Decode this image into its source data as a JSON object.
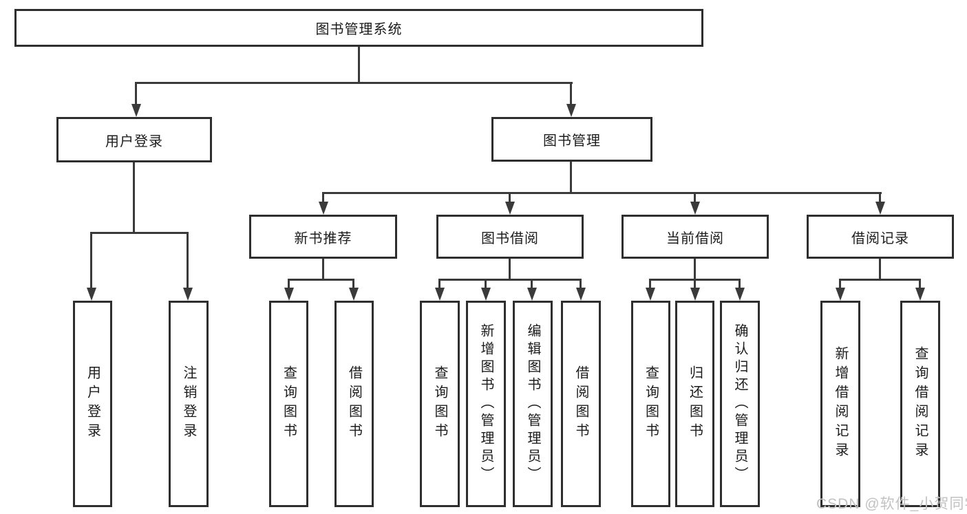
{
  "diagram": {
    "title": "图书管理系统",
    "type": "tree",
    "colors": {
      "line": "#3a3a3a",
      "box_border": "#2e2e2e",
      "text": "#1c1c1c",
      "background": "#ffffff",
      "watermark": "#c2c2c2"
    },
    "nodes": {
      "root": "图书管理系统",
      "user_login": "用户登录",
      "book_mgmt": "图书管理",
      "new_book_rec": "新书推荐",
      "book_borrow": "图书借阅",
      "current_borrow": "当前借阅",
      "borrow_records": "借阅记录",
      "user_login_children": [
        "用户登录",
        "注销登录"
      ],
      "new_book_rec_children": [
        "查询图书",
        "借阅图书"
      ],
      "book_borrow_children": [
        "查询图书",
        "新增图书（管理员）",
        "编辑图书（管理员）",
        "借阅图书"
      ],
      "current_borrow_children": [
        "查询图书",
        "归还图书",
        "确认归还（管理员）"
      ],
      "borrow_records_children": [
        "新增借阅记录",
        "查询借阅记录"
      ]
    },
    "watermark": "CSDN @软件_小贺同学"
  }
}
